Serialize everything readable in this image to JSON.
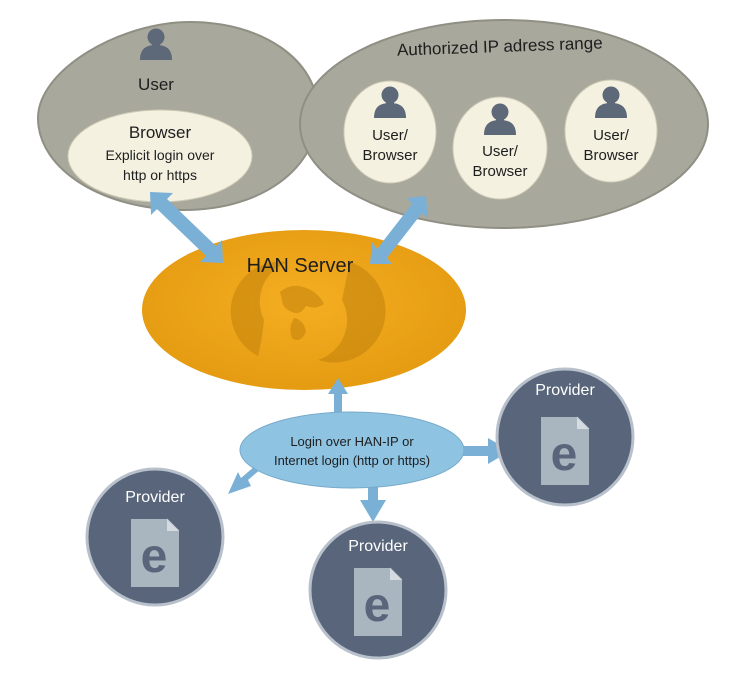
{
  "colors": {
    "gray_bubble": "#a8a89c",
    "gray_bubble_stroke": "#8f8f84",
    "browser_bubble": "#f4f1e1",
    "server_orange": "#eda115",
    "server_orange_dark": "#c9870c",
    "arrow_blue": "#7ab0d6",
    "login_blue": "#8ec3e2",
    "provider_dark": "#58657a",
    "provider_ring": "#b8c0cc",
    "doc_gray": "#a9b6c0",
    "user_icon": "#5d6878",
    "text_dark": "#1e1e1e"
  },
  "user_group": {
    "user_label": "User",
    "browser_title": "Browser",
    "browser_line1": "Explicit login over",
    "browser_line2": "http or https"
  },
  "ip_range": {
    "title": "Authorized IP adress range",
    "users": [
      {
        "line1": "User/",
        "line2": "Browser"
      },
      {
        "line1": "User/",
        "line2": "Browser"
      },
      {
        "line1": "User/",
        "line2": "Browser"
      }
    ]
  },
  "server": {
    "label": "HAN Server"
  },
  "login_hub": {
    "line1": "Login over HAN-IP or",
    "line2": "Internet login (http or https)"
  },
  "providers": [
    {
      "label": "Provider",
      "doc_letter": "e",
      "icon": "document-icon"
    },
    {
      "label": "Provider",
      "doc_letter": "e",
      "icon": "document-icon"
    },
    {
      "label": "Provider",
      "doc_letter": "e",
      "icon": "document-icon"
    }
  ]
}
